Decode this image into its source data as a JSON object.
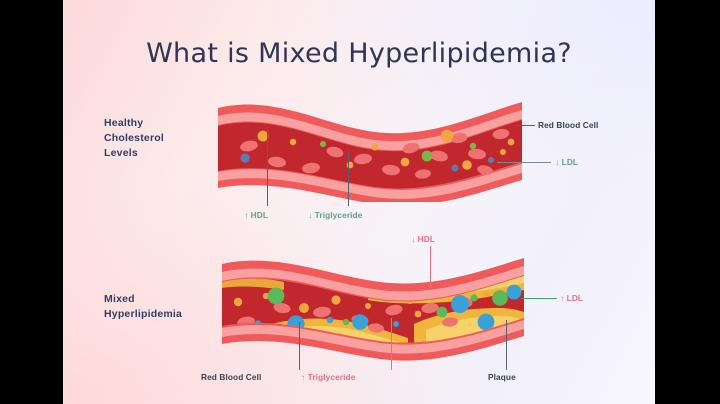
{
  "slide": {
    "title": "What is Mixed Hyperlipidemia?",
    "background_colors": {
      "pink": "#fdd9da",
      "lavender": "#f2f1fb",
      "title_color": "#2e3557"
    }
  },
  "sections": [
    {
      "id": "healthy",
      "label": "Healthy\nCholesterol\nLevels",
      "label_lines": [
        "Healthy",
        "Cholesterol",
        "Levels"
      ]
    },
    {
      "id": "mixed",
      "label": "Mixed\nHyperlipidemia",
      "label_lines": [
        "Mixed",
        "Hyperlipidemia"
      ]
    }
  ],
  "healthy_vessel": {
    "callouts": [
      {
        "name": "hdl",
        "text": "↑ HDL",
        "color": "#5aa38e",
        "position": "below-left"
      },
      {
        "name": "triglyceride",
        "text": "↓ Triglyceride",
        "color": "#5aa38e",
        "position": "below-center"
      },
      {
        "name": "red-blood-cell",
        "text": "Red Blood Cell",
        "color": "#3a4155",
        "position": "right-top"
      },
      {
        "name": "ldl",
        "text": "↓ LDL",
        "color": "#5aa38e",
        "position": "right-bottom"
      }
    ],
    "particles": {
      "red_blood_cells": 13,
      "hdl_orange": 7,
      "triglyceride_green": 3,
      "ldl_blue": 3,
      "plaque": 0
    },
    "colors": {
      "wall_outer": "#f15a5a",
      "wall_stripe": "#f78c8c",
      "lumen": "#c0282d",
      "rbc": "#ef7272",
      "hdl": "#f2a541",
      "triglyceride": "#7fb548",
      "ldl": "#5b7fb4"
    }
  },
  "mixed_vessel": {
    "callouts": [
      {
        "name": "hdl",
        "text": "↓ HDL",
        "color": "#ef6f7e",
        "position": "above-center"
      },
      {
        "name": "ldl",
        "text": "↑ LDL",
        "color": "#ef6f7e",
        "position": "right"
      },
      {
        "name": "red-blood-cell",
        "text": "Red Blood Cell",
        "color": "#3a4155",
        "position": "below-left"
      },
      {
        "name": "triglyceride",
        "text": "↑ Triglyceride",
        "color": "#ef6f7e",
        "position": "below-center"
      },
      {
        "name": "plaque",
        "text": "Plaque",
        "color": "#3a4155",
        "position": "below-right"
      }
    ],
    "particles": {
      "red_blood_cells": 9,
      "hdl_orange": 8,
      "triglyceride_green": 7,
      "ldl_blue": 8,
      "plaque_deposits": 4
    },
    "colors": {
      "wall_outer": "#f15a5a",
      "wall_stripe": "#f78c8c",
      "lumen": "#c0282d",
      "rbc": "#ef7272",
      "hdl": "#f2a541",
      "triglyceride": "#5cb85c",
      "ldl": "#3aa0d8",
      "plaque": "#f5c242"
    }
  }
}
